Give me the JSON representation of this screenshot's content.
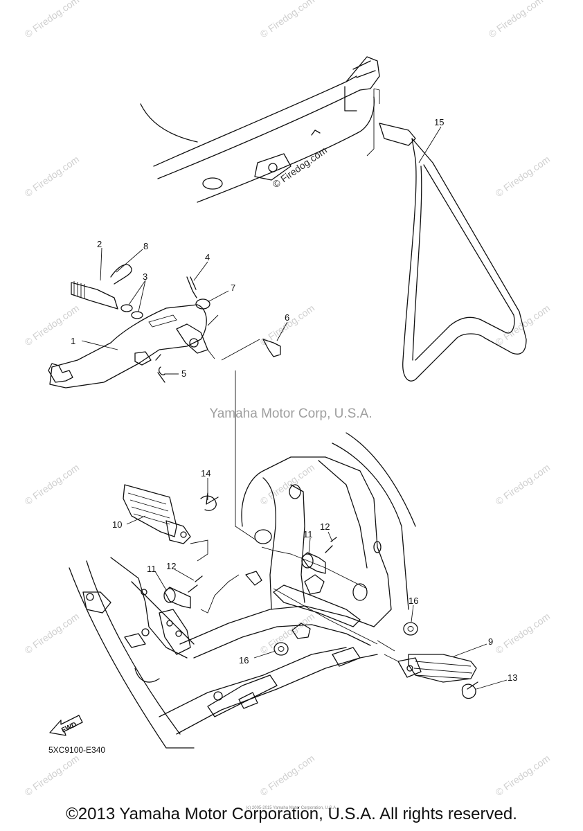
{
  "callouts": [
    {
      "id": "1",
      "label": "1"
    },
    {
      "id": "2",
      "label": "2"
    },
    {
      "id": "3",
      "label": "3"
    },
    {
      "id": "4",
      "label": "4"
    },
    {
      "id": "5",
      "label": "5"
    },
    {
      "id": "6",
      "label": "6"
    },
    {
      "id": "7",
      "label": "7"
    },
    {
      "id": "8",
      "label": "8"
    },
    {
      "id": "9",
      "label": "9"
    },
    {
      "id": "10",
      "label": "10"
    },
    {
      "id": "11a",
      "label": "11"
    },
    {
      "id": "11b",
      "label": "11"
    },
    {
      "id": "12a",
      "label": "12"
    },
    {
      "id": "12b",
      "label": "12"
    },
    {
      "id": "13",
      "label": "13"
    },
    {
      "id": "14",
      "label": "14"
    },
    {
      "id": "15",
      "label": "15"
    },
    {
      "id": "16a",
      "label": "16"
    },
    {
      "id": "16b",
      "label": "16"
    }
  ],
  "watermark": {
    "site": "© Firedog.com",
    "center": "Yamaha Motor Corp, U.S.A.",
    "fine_print": "(c) 2005-2015 Yamaha Motor Corporation, U.S.A."
  },
  "fwd_label": "FWD",
  "diagram_code": "5XC9100-E340",
  "copyright": "©2013 Yamaha Motor Corporation, U.S.A. All rights reserved."
}
